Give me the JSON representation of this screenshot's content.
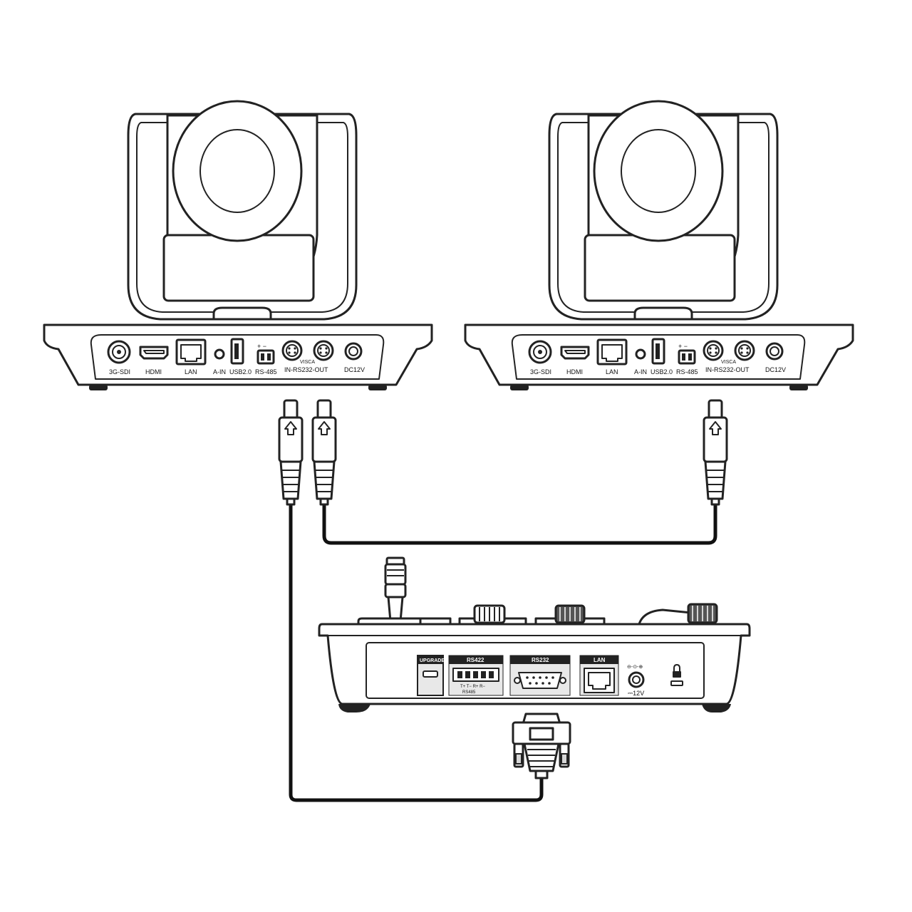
{
  "camera_ports": {
    "sdi": "3G-SDI",
    "hdmi": "HDMI",
    "lan": "LAN",
    "audio_in": "A-IN",
    "usb": "USB2.0",
    "rs485": "RS-485",
    "rs485_polarity": "+  −",
    "visca": "VISCA",
    "rs232": "IN-RS232-OUT",
    "dc": "DC12V"
  },
  "controller_ports": {
    "upgrade": "UPGRADE",
    "rs422": "RS422",
    "rs422_pins": "T+ T− R+ R−",
    "rs485": "RS485",
    "rs232": "RS232",
    "lan": "LAN",
    "dc_symbol": "⊖-⊙-⊕",
    "dc": "⎓12V"
  },
  "colors": {
    "line": "#222222",
    "fill": "#ffffff",
    "header": "#222222"
  }
}
